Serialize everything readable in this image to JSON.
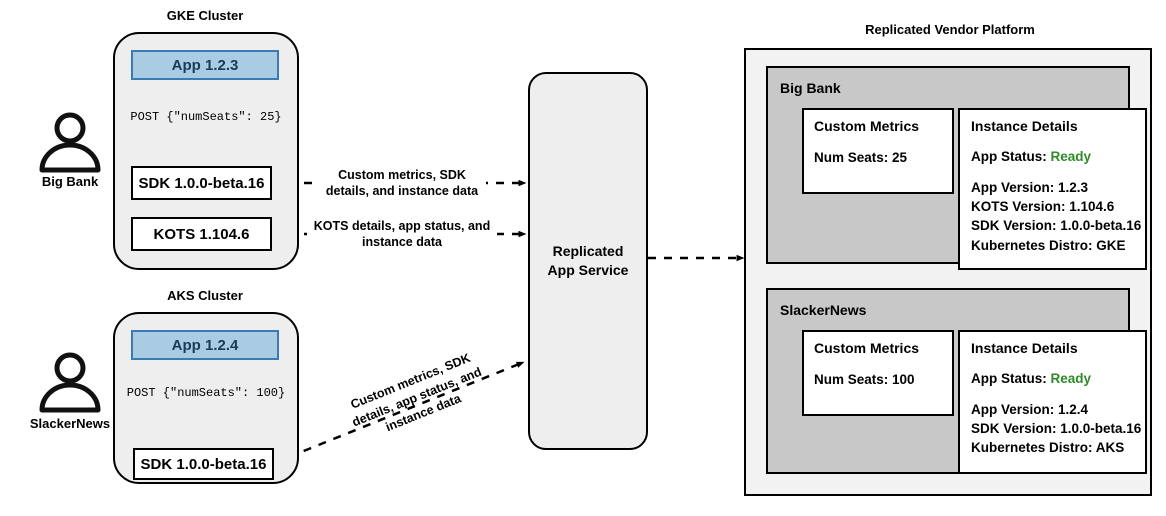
{
  "titles": {
    "gke_cluster": "GKE Cluster",
    "aks_cluster": "AKS Cluster",
    "platform": "Replicated Vendor Platform"
  },
  "personas": [
    {
      "name": "Big Bank",
      "icon": "person-icon"
    },
    {
      "name": "SlackerNews",
      "icon": "person-icon"
    }
  ],
  "clusters": [
    {
      "id": "gke",
      "title": "GKE Cluster",
      "app": "App 1.2.3",
      "post": "POST {\"numSeats\": 25}",
      "components": [
        "SDK 1.0.0-beta.16",
        "KOTS 1.104.6"
      ]
    },
    {
      "id": "aks",
      "title": "AKS Cluster",
      "app": "App 1.2.4",
      "post": "POST {\"numSeats\": 100}",
      "components": [
        "SDK 1.0.0-beta.16"
      ]
    }
  ],
  "service": {
    "line1": "Replicated",
    "line2": "App Service"
  },
  "edges": {
    "gke_sdk": "Custom metrics, SDK details, and instance data",
    "gke_sdk_l1": "Custom metrics, SDK",
    "gke_sdk_l2": "details, and instance data",
    "gke_kots": "KOTS details, app status, and instance data",
    "gke_kots_l1": "KOTS details, app status, and",
    "gke_kots_l2": "instance data",
    "aks_sdk_l1": "Custom metrics, SDK",
    "aks_sdk_l2": "details, app status, and",
    "aks_sdk_l3": "instance data"
  },
  "platform": {
    "title": "Replicated Vendor Platform",
    "tenants": [
      {
        "name": "Big Bank",
        "metrics": {
          "heading": "Custom Metrics",
          "rows": [
            "Num Seats: 25"
          ]
        },
        "details": {
          "heading": "Instance Details",
          "status_label": "App Status:",
          "status_value": "Ready",
          "rows": [
            "App Version: 1.2.3",
            "KOTS Version: 1.104.6",
            "SDK Version: 1.0.0-beta.16",
            "Kubernetes Distro: GKE"
          ]
        }
      },
      {
        "name": "SlackerNews",
        "metrics": {
          "heading": "Custom Metrics",
          "rows": [
            "Num Seats: 100"
          ]
        },
        "details": {
          "heading": "Instance Details",
          "status_label": "App Status:",
          "status_value": "Ready",
          "rows": [
            "App Version: 1.2.4",
            "SDK Version: 1.0.0-beta.16",
            "Kubernetes Distro: AKS"
          ]
        }
      }
    ]
  },
  "colors": {
    "app_fill": "#a9cce3",
    "app_border": "#3a7ab5",
    "cluster_fill": "#eeeeee",
    "platform_fill": "#f2f2f2",
    "tenant_fill": "#c8c8c8",
    "ready_green": "#2e8b27",
    "stroke": "#000000"
  }
}
